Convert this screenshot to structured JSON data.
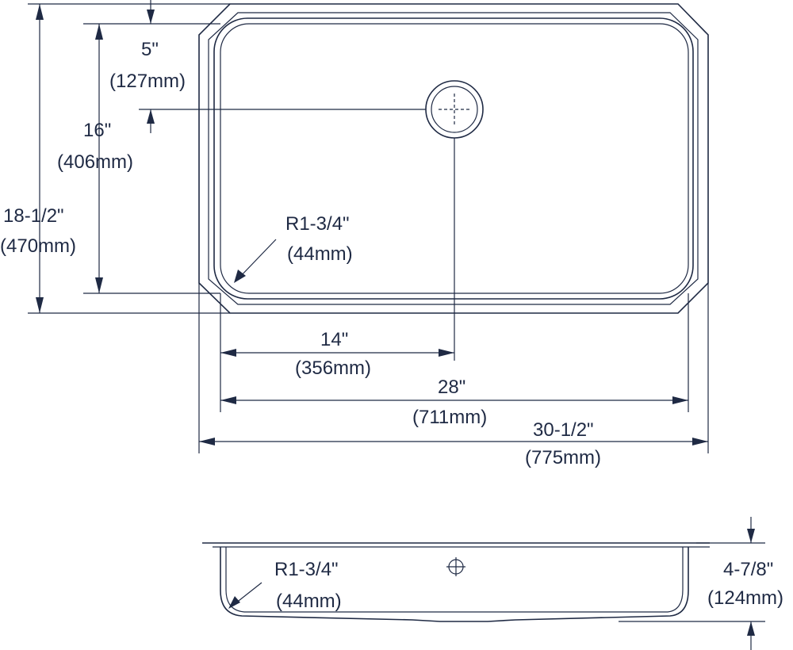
{
  "top_view": {
    "overall_depth": {
      "inches": "18-1/2\"",
      "mm": "(470mm)"
    },
    "bowl_depth": {
      "inches": "16\"",
      "mm": "(406mm)"
    },
    "drain_offset": {
      "inches": "5\"",
      "mm": "(127mm)"
    },
    "corner_radius": {
      "inches": "R1-3/4\"",
      "mm": "(44mm)"
    },
    "drain_from_left": {
      "inches": "14\"",
      "mm": "(356mm)"
    },
    "bowl_width": {
      "inches": "28\"",
      "mm": "(711mm)"
    },
    "overall_width": {
      "inches": "30-1/2\"",
      "mm": "(775mm)"
    }
  },
  "side_view": {
    "corner_radius": {
      "inches": "R1-3/4\"",
      "mm": "(44mm)"
    },
    "bowl_height": {
      "inches": "4-7/8\"",
      "mm": "(124mm)"
    }
  },
  "colors": {
    "line": "#1f2a44",
    "background": "#ffffff"
  }
}
